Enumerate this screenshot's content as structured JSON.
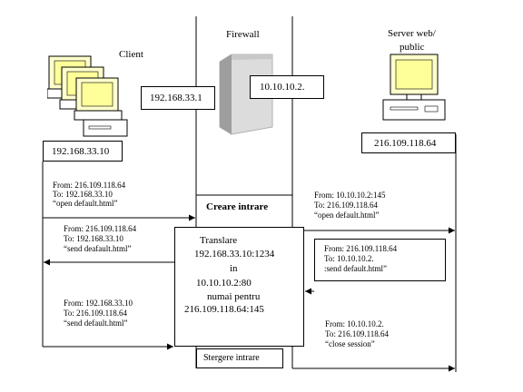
{
  "client": {
    "label": "Client",
    "ip": "192.168.33.10"
  },
  "firewall": {
    "label": "Firewall",
    "ip_internal": "192.168.33.1",
    "ip_external": "10.10.10.2."
  },
  "server": {
    "label_line1": "Server web/",
    "label_line2": "public",
    "ip": "216.109.118.64"
  },
  "messages": {
    "m1": {
      "from": "From: 216.109.118.64",
      "to": "To: 192.168.33.10",
      "body": "“open default.html”"
    },
    "m2": {
      "from": "From: 10.10.10.2:145",
      "to": "To: 216.109.118.64",
      "body": "“open default.html”"
    },
    "m3": {
      "from": "From: 216.109.118.64",
      "to": "To: 192.168.33.10",
      "body": "“send deafault.html”"
    },
    "m4": {
      "from": "From: 216.109.118.64",
      "to": "To: 10.10.10.2.",
      "body": ":send default.html”"
    },
    "m5": {
      "from": "From: 192.168.33.10",
      "to": "To: 216.109.118.64",
      "body": "“send default.html”"
    },
    "m6": {
      "from": "From: 10.10.10.2.",
      "to": "To: 216.109.118.64",
      "body": "“close session”"
    }
  },
  "creare_intrare": "Creare intrare",
  "translation": {
    "title": "Translare",
    "line1": "192.168.33.10:1234",
    "line2": "in",
    "line3": "10.10.10.2:80",
    "line4": "numai pentru",
    "line5": "216.109.118.64:145"
  },
  "stergere_intrare": "Stergere intrare"
}
